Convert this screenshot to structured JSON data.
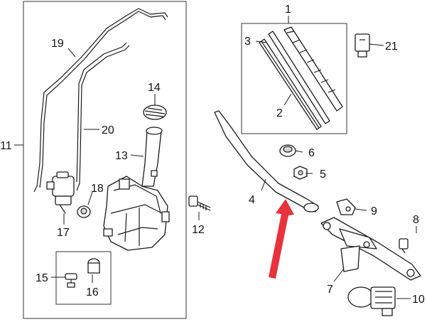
{
  "callouts": {
    "c1": "1",
    "c2": "2",
    "c3": "3",
    "c4": "4",
    "c5": "5",
    "c6": "6",
    "c7": "7",
    "c8": "8",
    "c9": "9",
    "c10": "10",
    "c11": "11",
    "c12": "12",
    "c13": "13",
    "c14": "14",
    "c15": "15",
    "c16": "16",
    "c17": "17",
    "c18": "18",
    "c19": "19",
    "c20": "20",
    "c21": "21"
  },
  "colors": {
    "arrow": "#e8323c",
    "ink": "#1a1a1a"
  },
  "icons": {
    "pointer": "red-arrow-icon"
  }
}
